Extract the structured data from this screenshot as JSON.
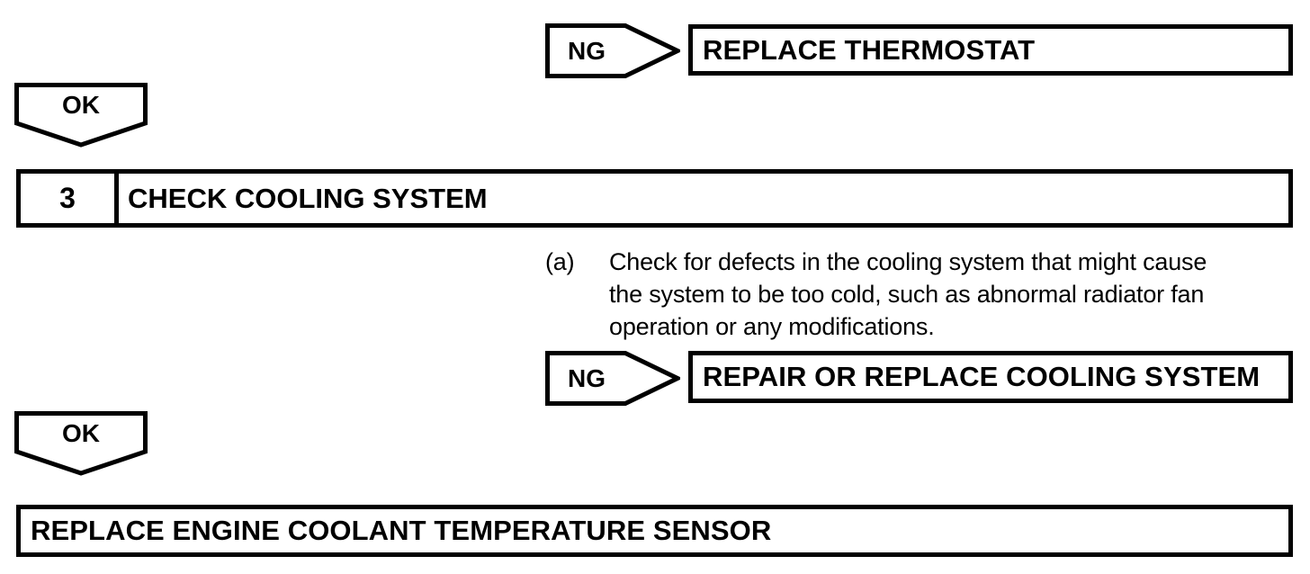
{
  "palette": {
    "ink": "#000000",
    "paper": "#ffffff"
  },
  "connectors": {
    "ng1": "NG",
    "ok1": "OK",
    "ng2": "NG",
    "ok2": "OK"
  },
  "boxes": {
    "replace_thermostat": "REPLACE THERMOSTAT",
    "repair_or_replace_cooling_system": "REPAIR OR REPLACE COOLING SYSTEM",
    "replace_engine_coolant_temperature_sensor": "REPLACE ENGINE COOLANT TEMPERATURE SENSOR"
  },
  "step": {
    "number": "3",
    "title": "CHECK COOLING SYSTEM",
    "instruction_marker": "(a)",
    "instruction_lines": [
      "Check for defects in the cooling system that might cause",
      "the system to be too cold, such as abnormal radiator fan",
      "operation or any modifications."
    ]
  }
}
